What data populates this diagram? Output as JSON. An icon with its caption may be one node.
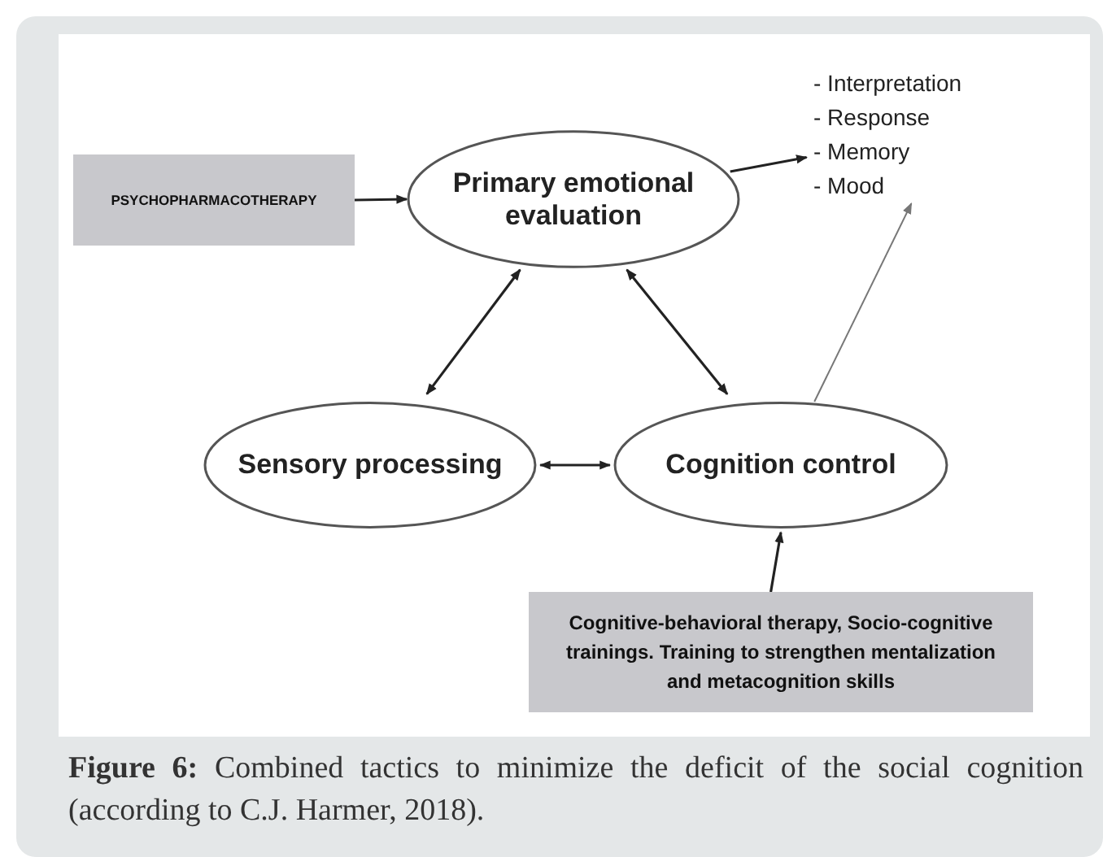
{
  "diagram": {
    "caption": "**Figure 6:** Combined tactics to minimize the deficit of the social cognition (according to C.J. Harmer, 2018).",
    "nodes": [
      {
        "text": [
          "PSYCHOPHARMACOTHERAPY"
        ]
      },
      {
        "text": [
          "Primary emotional evaluation"
        ]
      },
      {
        "text": [
          "- Interpretation",
          "- Response",
          "- Memory",
          "- Mood"
        ]
      },
      {
        "text": [
          "Sensory processing"
        ]
      },
      {
        "text": [
          "Cognition control"
        ]
      },
      {
        "text": [
          "Cognitive-behavioral therapy, Socio-cognitive trainings. Training to strengthen mentalization and metacognition skills"
        ]
      }
    ],
    "edges": [
      {
        "from": 0,
        "to": 1,
        "arrow": "to"
      },
      {
        "from": 1,
        "to": 2,
        "arrow": "to"
      },
      {
        "from": 1,
        "to": 3,
        "arrow": "both"
      },
      {
        "from": 1,
        "to": 4,
        "arrow": "both"
      },
      {
        "from": 3,
        "to": 4,
        "arrow": "both"
      },
      {
        "from": 4,
        "to": 2,
        "arrow": "to",
        "color": "#777777"
      },
      {
        "from": 5,
        "to": 4,
        "arrow": "to"
      }
    ]
  }
}
